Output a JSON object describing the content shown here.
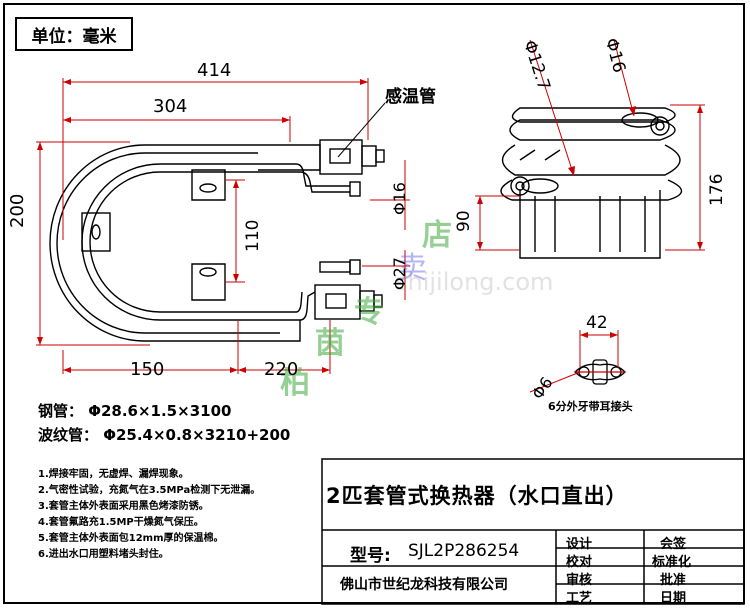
{
  "unit_label": "单位：毫米",
  "dimensions": {
    "d414": "414",
    "d304": "304",
    "d200": "200",
    "d110": "110",
    "d150": "150",
    "d220": "220",
    "phi16_front": "Φ16",
    "phi27": "Φ27",
    "phi12_7": "Φ12.7",
    "phi16_top": "Φ16",
    "d176": "176",
    "d90": "90",
    "d42": "42",
    "phi6": "Φ6"
  },
  "callouts": {
    "sensor_tube": "感温管",
    "connector": "6分外牙带耳接头"
  },
  "specs": {
    "steel_tube": "钢管：  Φ28.6×1.5×3100",
    "corrugated_tube": "波纹管：  Φ25.4×0.8×3210+200"
  },
  "notes": [
    "1.焊接牢固，无虚焊、漏焊现象。",
    "2.气密性试验，充氮气在3.5MPa检测下无泄漏。",
    "3.套管主体外表面采用黑色烤漆防锈。",
    "4.套管氟路充1.5MP干燥氮气保压。",
    "5.套管主体外表面包12mm厚的保温棉。",
    "6.进出水口用塑料堵头封住。"
  ],
  "title_block": {
    "title": "2匹套管式换热器（水口直出）",
    "model_label": "型号:",
    "model": "SJL2P286254",
    "company": "佛山市世纪龙科技有限公司",
    "labels": [
      "设计",
      "会签",
      "校对",
      "标准化",
      "审核",
      "批准",
      "工艺",
      "日期"
    ]
  },
  "watermarks": {
    "shop": [
      "柏",
      "茵",
      "专",
      "卖",
      "店"
    ],
    "site": "shijilong.com"
  },
  "colors": {
    "dimension": "#cc0000",
    "line": "#000000",
    "watermark_green": "#3caa3c"
  }
}
